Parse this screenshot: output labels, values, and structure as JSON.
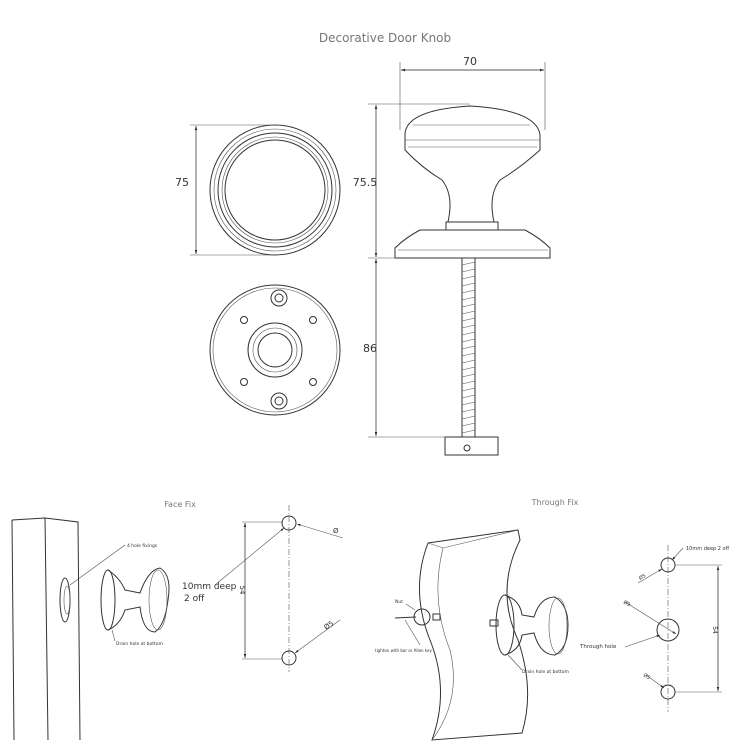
{
  "title": "Decorative Door Knob",
  "dimensions": {
    "width": "70",
    "diameter": "75",
    "height": "75.5",
    "spindle": "86"
  },
  "face_fix": {
    "heading": "Face Fix",
    "label_fixings": "4 hole fixings",
    "label_drain": "Drain hole at bottom",
    "label_depth_1": "10mm deep",
    "label_depth_2": "2 off",
    "dim_spacing": "54",
    "dim_dia_top": "Ø",
    "dim_dia_bottom": "Ø5"
  },
  "through_fix": {
    "heading": "Through Fix",
    "label_nut": "Nut",
    "label_tighten": "tighten with bar or Allen key",
    "label_drain": "Drain hole at bottom",
    "label_depth": "10mm deep 2 off",
    "label_through": "Through hole",
    "dim_spacing": "54",
    "dim_dia_top": "Ø5",
    "dim_dia_mid": "Ø9",
    "dim_dia_bottom": "Ø5"
  }
}
